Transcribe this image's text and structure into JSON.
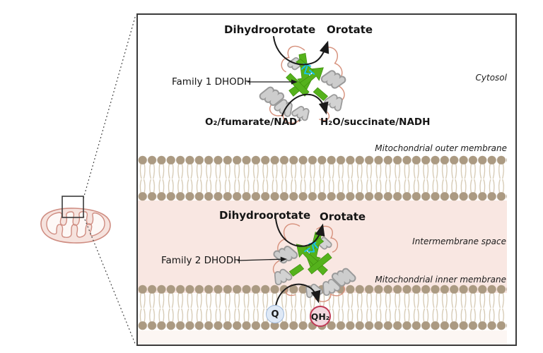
{
  "overview": {
    "mitochondrion_icon": "mitochondrion-outline",
    "zoom_box_icon": "zoom-region-box"
  },
  "panel": {
    "regions": {
      "cytosol": "Cytosol",
      "outer_membrane": "Mitochondrial outer membrane",
      "intermembrane_space": "Intermembrane space",
      "inner_membrane": "Mitochondrial inner membrane"
    },
    "family1": {
      "label": "Family 1 DHODH",
      "substrate": "Dihydroorotate",
      "product": "Orotate",
      "cofactors_in": "O₂/fumarate/NAD⁺",
      "cofactors_out": "H₂O/succinate/NADH"
    },
    "family2": {
      "label": "Family 2 DHODH",
      "substrate": "Dihydroorotate",
      "product": "Orotate",
      "quinone": "Q",
      "quinol": "QH₂"
    },
    "colors": {
      "membrane_head": "#ab9a82",
      "membrane_tail": "#d4c8b1",
      "intermembrane_bg": "#f9e7e2",
      "sheet_green": "#55b21c",
      "helix_gray": "#cdcdcd",
      "loop_salmon": "#d6907b",
      "ligand_cyan": "#17c3e8",
      "q_fill": "#dfe9f6",
      "q_border": "#9fb9db",
      "qh2_fill": "#f3d9e0",
      "qh2_border": "#bf3a55",
      "mitochondrion_outline": "#cf8d82",
      "panel_border": "#3b3b3b"
    }
  }
}
